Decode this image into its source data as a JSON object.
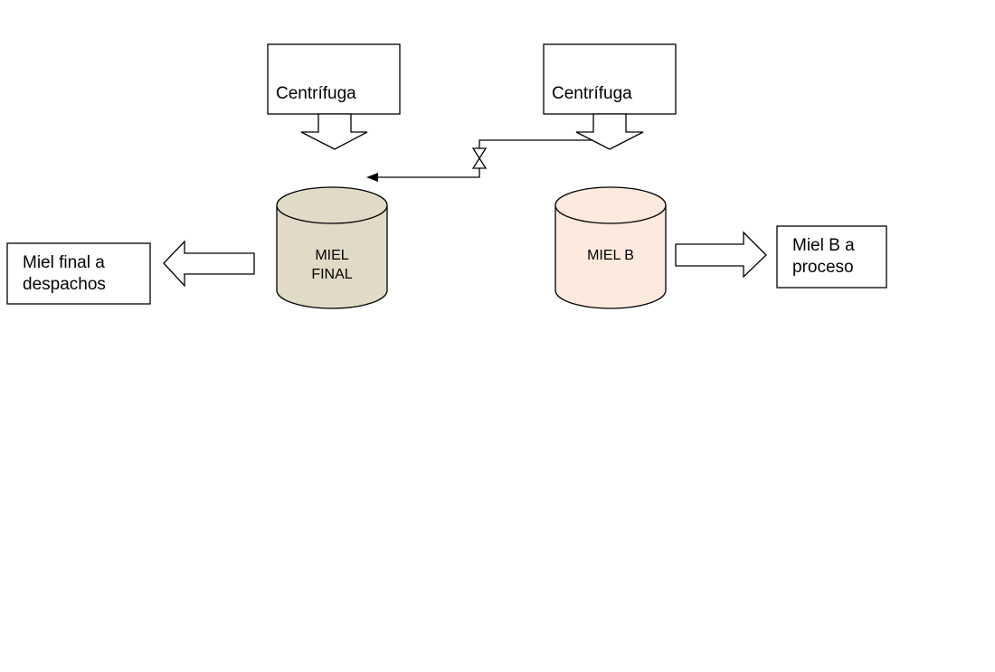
{
  "diagram": {
    "centrifuges": [
      {
        "label": "Centrífuga"
      },
      {
        "label": "Centrífuga"
      }
    ],
    "tanks": [
      {
        "label_line1": "MIEL",
        "label_line2": "FINAL",
        "fill": "#e1dac7"
      },
      {
        "label": "MIEL B",
        "fill": "#fde9dd"
      }
    ],
    "outputs": [
      {
        "line1": "Miel final a",
        "line2": "despachos"
      },
      {
        "line1": "Miel B a",
        "line2": "proceso"
      }
    ],
    "valve": {
      "icon": "valve-icon"
    }
  }
}
